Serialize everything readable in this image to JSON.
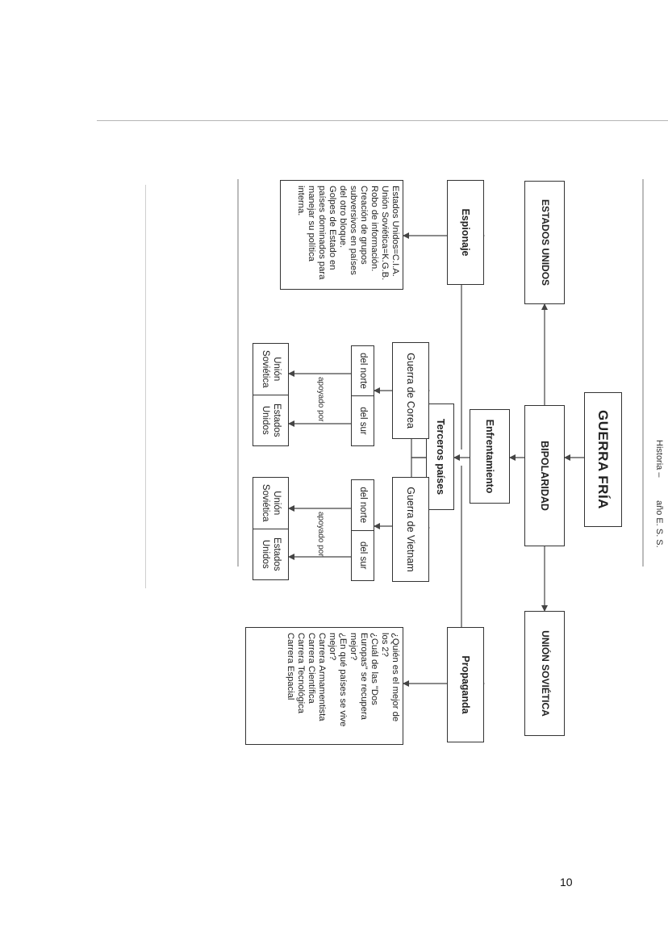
{
  "header": {
    "subject": "Historia –",
    "year": "año E. S. S."
  },
  "title": "GUERRA FRÍA",
  "nodes": {
    "bipolaridad": "BIPOLARIDAD",
    "estados_unidos": "ESTADOS UNIDOS",
    "union_sovietica": "UNIÓN SOVIÉTICA",
    "enfrentamiento": "Enfrentamiento",
    "espionaje": "Espionaje",
    "terceros_paises": "Terceros países",
    "propaganda": "Propaganda"
  },
  "espionaje_items": [
    "Estados Unidos=C.I.A.",
    "Unión Soviética=K.G.B.",
    "Robo de información.",
    "Creación de grupos",
    "subversivos en países",
    "del otro bloque.",
    "Golpes de Estado en",
    "países dominados para",
    "manejar su política",
    "interna."
  ],
  "propaganda_items": [
    "¿Quién es el mejor de",
    "los 2?",
    "¿Cuál de las \"Dos",
    "Europas\" se recupera",
    "mejor?",
    "¿En qué países se vive",
    "mejor?",
    "Carrera Armamentista",
    "Carrera Científica",
    "Carrera Tecnológica",
    "Carrera Espacial"
  ],
  "wars": [
    {
      "name": "Guerra de Corea",
      "north": "del norte",
      "south": "del sur",
      "supported_by": "apoyado por",
      "north_support": "Unión Soviética",
      "south_support": "Estados Unidos"
    },
    {
      "name": "Guerra de Vietnam",
      "north": "del norte",
      "south": "del sur",
      "supported_by": "apoyado por",
      "north_support": "Unión Soviética",
      "south_support": "Estados Unidos"
    }
  ],
  "page_number": "10"
}
